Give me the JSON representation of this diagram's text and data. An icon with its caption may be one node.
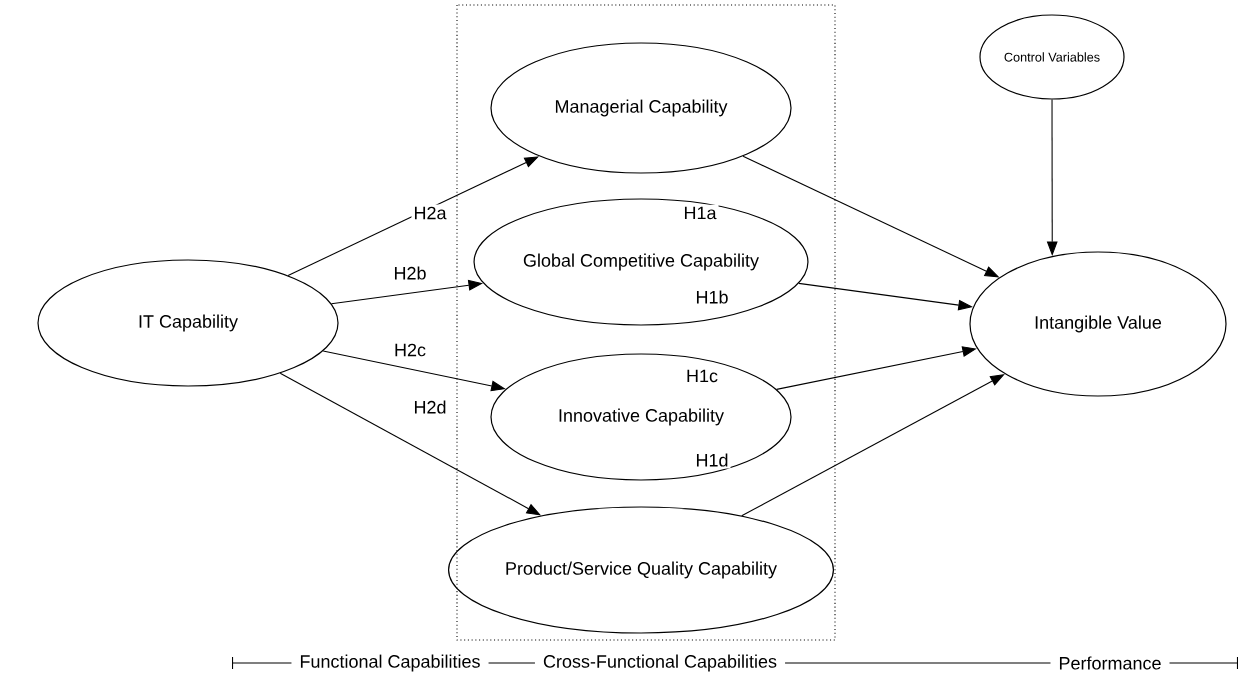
{
  "diagram": {
    "nodes": [
      {
        "text": [
          "IT Capability"
        ]
      },
      {
        "text": [
          "Managerial Capability"
        ]
      },
      {
        "text": [
          "Global Competitive Capability"
        ]
      },
      {
        "text": [
          "Innovative Capability"
        ]
      },
      {
        "text": [
          "Product/Service Quality Capability"
        ]
      },
      {
        "text": [
          "Control Variables"
        ]
      },
      {
        "text": [
          "Intangible Value"
        ]
      }
    ],
    "edges": [
      {
        "from": 0,
        "to": 1,
        "arrow": "to",
        "label": "H2a"
      },
      {
        "from": 0,
        "to": 2,
        "arrow": "to",
        "label": "H2b"
      },
      {
        "from": 0,
        "to": 3,
        "arrow": "to",
        "label": "H2c"
      },
      {
        "from": 0,
        "to": 4,
        "arrow": "to",
        "label": "H2d"
      },
      {
        "from": 1,
        "to": 6,
        "arrow": "to",
        "label": "H1a"
      },
      {
        "from": 2,
        "to": 6,
        "arrow": "to",
        "label": "H1b"
      },
      {
        "from": 3,
        "to": 6,
        "arrow": "to",
        "label": "H1c"
      },
      {
        "from": 4,
        "to": 6,
        "arrow": "to",
        "label": "H1d"
      },
      {
        "from": 5,
        "to": 6,
        "arrow": "to"
      }
    ],
    "labels": [
      "Functional Capabilities",
      "Cross-Functional Capabilities",
      "Performance"
    ]
  }
}
